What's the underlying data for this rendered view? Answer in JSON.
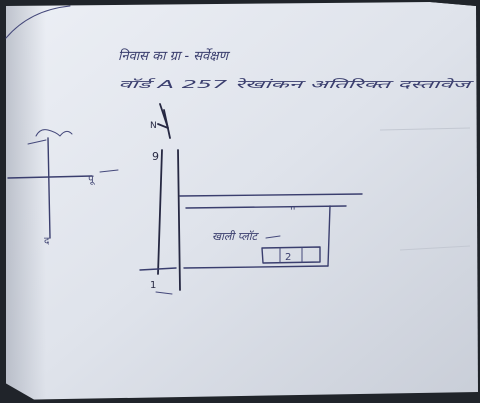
{
  "document": {
    "kind": "handwritten sketch on paper (photographed)",
    "header_line_1": "निवास का ग्रा - सर्वेक्षण",
    "header_line_2": "वॉर्ड A   257   रेखांकन   अतिरिक्त   दस्तावेज",
    "plot_label": "खाली प्लॉट",
    "box_label": "2",
    "north_mark": "N",
    "axis_east_mark": "पू",
    "axis_south_mark": "द",
    "left_pole_top": "9",
    "left_pole_bottom": "1",
    "small_marks": "''"
  },
  "colors": {
    "paper": "#dfe3eb",
    "ink": "#3a3e6e",
    "shadow": "#1e2126"
  }
}
